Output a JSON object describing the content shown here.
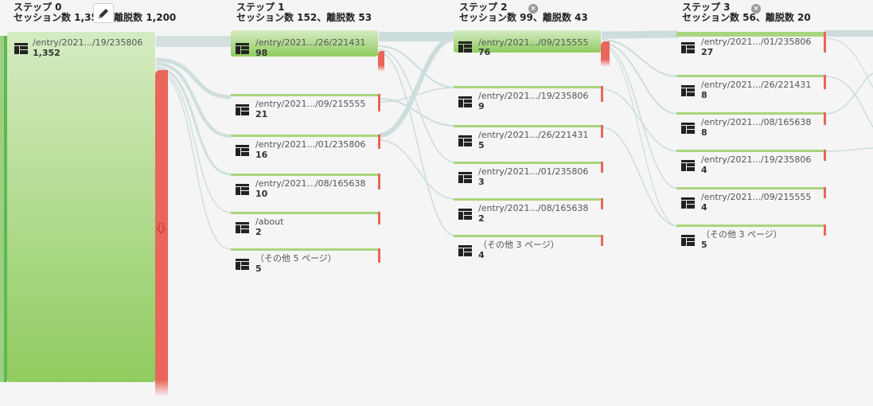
{
  "steps": [
    {
      "title": "ステップ 0",
      "stats": "セッション数 1,352、離脱数 1,200"
    },
    {
      "title": "ステップ 1",
      "stats": "セッション数 152、離脱数 53"
    },
    {
      "title": "ステップ 2",
      "stats": "セッション数 99、離脱数 43"
    },
    {
      "title": "ステップ 3",
      "stats": "セッション数 56、離脱数 20"
    }
  ],
  "close_glyph": "×",
  "step0_node": {
    "label": "/entry/2021.../19/235806",
    "count": "1,352"
  },
  "step1_nodes": [
    {
      "label": "/entry/2021.../26/221431",
      "count": "98"
    },
    {
      "label": "/entry/2021.../09/215555",
      "count": "21"
    },
    {
      "label": "/entry/2021.../01/235806",
      "count": "16"
    },
    {
      "label": "/entry/2021.../08/165638",
      "count": "10"
    },
    {
      "label": "/about",
      "count": "2"
    },
    {
      "label": "（その他 5 ページ）",
      "count": "5"
    }
  ],
  "step2_nodes": [
    {
      "label": "/entry/2021.../09/215555",
      "count": "76"
    },
    {
      "label": "/entry/2021.../19/235806",
      "count": "9"
    },
    {
      "label": "/entry/2021.../26/221431",
      "count": "5"
    },
    {
      "label": "/entry/2021.../01/235806",
      "count": "3"
    },
    {
      "label": "/entry/2021.../08/165638",
      "count": "2"
    },
    {
      "label": "（その他 3 ページ）",
      "count": "4"
    }
  ],
  "step3_nodes": [
    {
      "label": "/entry/2021.../01/235806",
      "count": "27"
    },
    {
      "label": "/entry/2021.../26/221431",
      "count": "8"
    },
    {
      "label": "/entry/2021.../08/165638",
      "count": "8"
    },
    {
      "label": "/entry/2021.../19/235806",
      "count": "4"
    },
    {
      "label": "/entry/2021.../09/215555",
      "count": "4"
    },
    {
      "label": "（その他 3 ページ）",
      "count": "5"
    }
  ],
  "icons": {
    "page": "page-layout-icon",
    "edit": "pencil-icon",
    "close": "close-circle-icon",
    "dropoff": "dropoff-arrow-icon"
  },
  "colors": {
    "node_green": "#8fcc5f",
    "node_bar": "#a9d57e",
    "dropoff": "#e8665a",
    "flow": "#d4e1e1"
  }
}
